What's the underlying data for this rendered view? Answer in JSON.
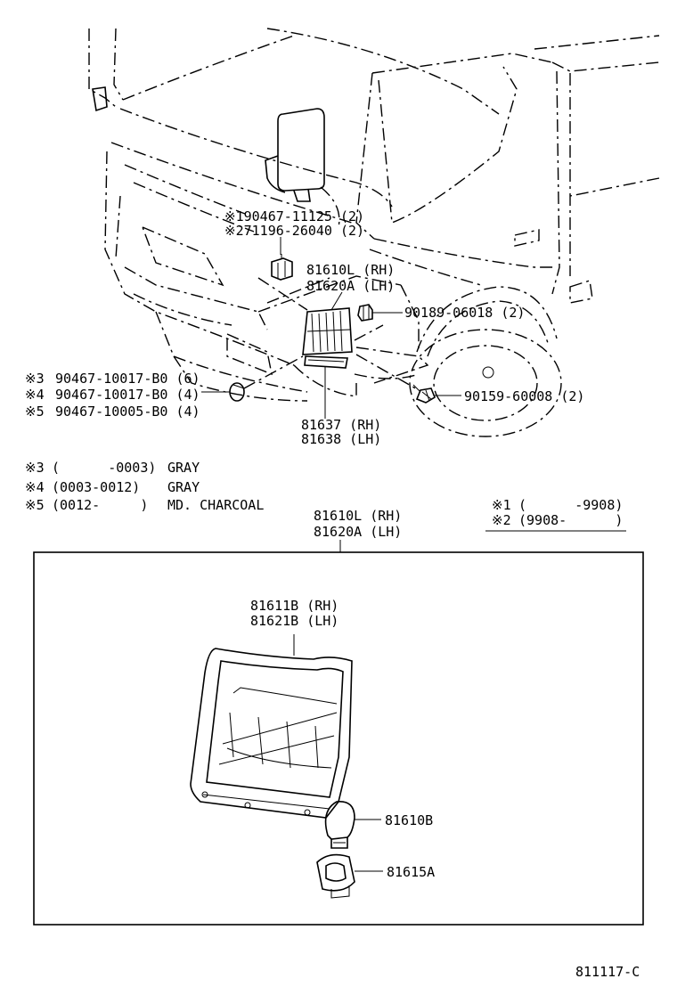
{
  "upper": {
    "clip_lines": [
      "※190467-11125 (2)",
      "※271196-26040 (2)"
    ],
    "lamp_assy": [
      "81610L (RH)",
      "81620A (LH)"
    ],
    "clip_right": "90189-06018 (2)",
    "screw_right": "90159-60008 (2)",
    "screws_left": [
      {
        "mark": "※3",
        "part": "90467-10017-B0 (6)"
      },
      {
        "mark": "※4",
        "part": "90467-10017-B0 (4)"
      },
      {
        "mark": "※5",
        "part": "90467-10005-B0 (4)"
      }
    ],
    "bracket": [
      "81637 (RH)",
      "81638 (LH)"
    ]
  },
  "color_notes": [
    {
      "mark": "※3",
      "range": "(      -0003)",
      "color": "GRAY"
    },
    {
      "mark": "※4",
      "range": "(0003-0012)",
      "color": "GRAY"
    },
    {
      "mark": "※5",
      "range": "(0012-     )",
      "color": "MD. CHARCOAL"
    }
  ],
  "date_legend": [
    {
      "mark": "※1",
      "range": "(      -9908)"
    },
    {
      "mark": "※2",
      "range": "(9908-      )"
    }
  ],
  "detail_title": [
    "81610L (RH)",
    "81620A (LH)"
  ],
  "detail": {
    "lens": [
      "81611B (RH)",
      "81621B (LH)"
    ],
    "bulb": "81610B",
    "socket": "81615A"
  },
  "diagram_id": "811117-C"
}
